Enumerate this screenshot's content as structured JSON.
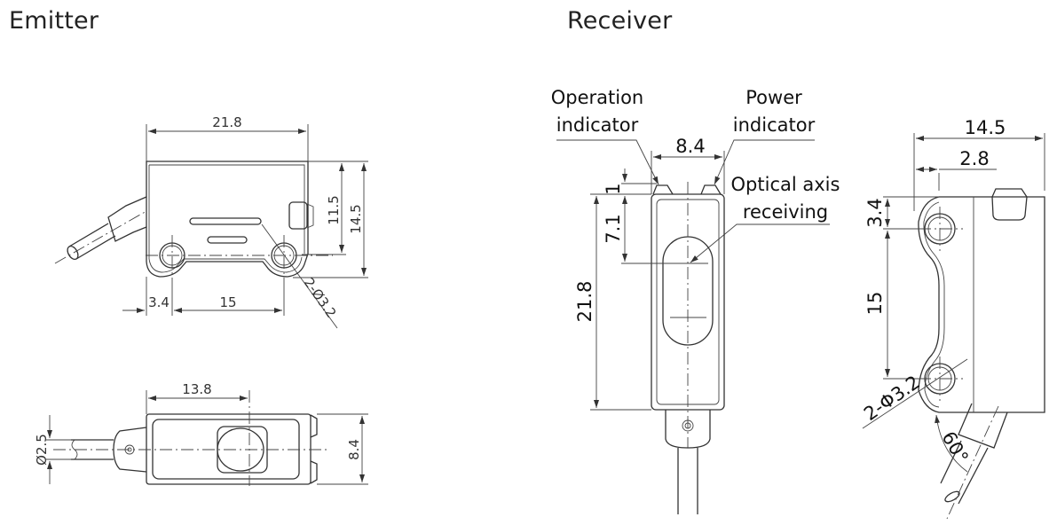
{
  "emitter": {
    "title": "Emitter",
    "side_view": {
      "width": "21.8",
      "height_to_hole": "11.5",
      "height_total": "14.5",
      "hole_offset": "3.4",
      "hole_pitch": "15",
      "hole_spec": "2-Ø3.2"
    },
    "top_view": {
      "lens_offset": "13.8",
      "cable_diameter": "Ø2.5",
      "thickness": "8.4"
    }
  },
  "receiver": {
    "title": "Receiver",
    "front_view": {
      "operation_indicator_line1": "Operation",
      "operation_indicator_line2": "indicator",
      "power_indicator_line1": "Power",
      "power_indicator_line2": "indicator",
      "optical_axis_line1": "Optical axis",
      "optical_axis_line2": "receiving",
      "width": "8.4",
      "indicator_height": "1",
      "optical_axis_offset": "7.1",
      "length": "21.8"
    },
    "side_view": {
      "depth": "14.5",
      "hole_edge_offset": "2.8",
      "hole_top_offset": "3.4",
      "hole_pitch": "15",
      "hole_spec": "2-Φ3.2",
      "cable_angle": "60°"
    }
  }
}
